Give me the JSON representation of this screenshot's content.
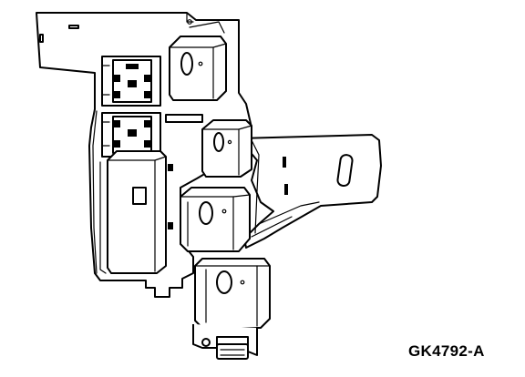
{
  "diagram": {
    "figure_code": "GK4792-A"
  },
  "components": [
    "panel-bracket",
    "relay-top",
    "relay-middle",
    "relay-lower",
    "relay-bottom",
    "connector-socket-upper",
    "connector-socket-lower",
    "large-module",
    "extension-arm",
    "mounting-tab"
  ],
  "colors": {
    "line": "#000000",
    "background": "#ffffff"
  }
}
